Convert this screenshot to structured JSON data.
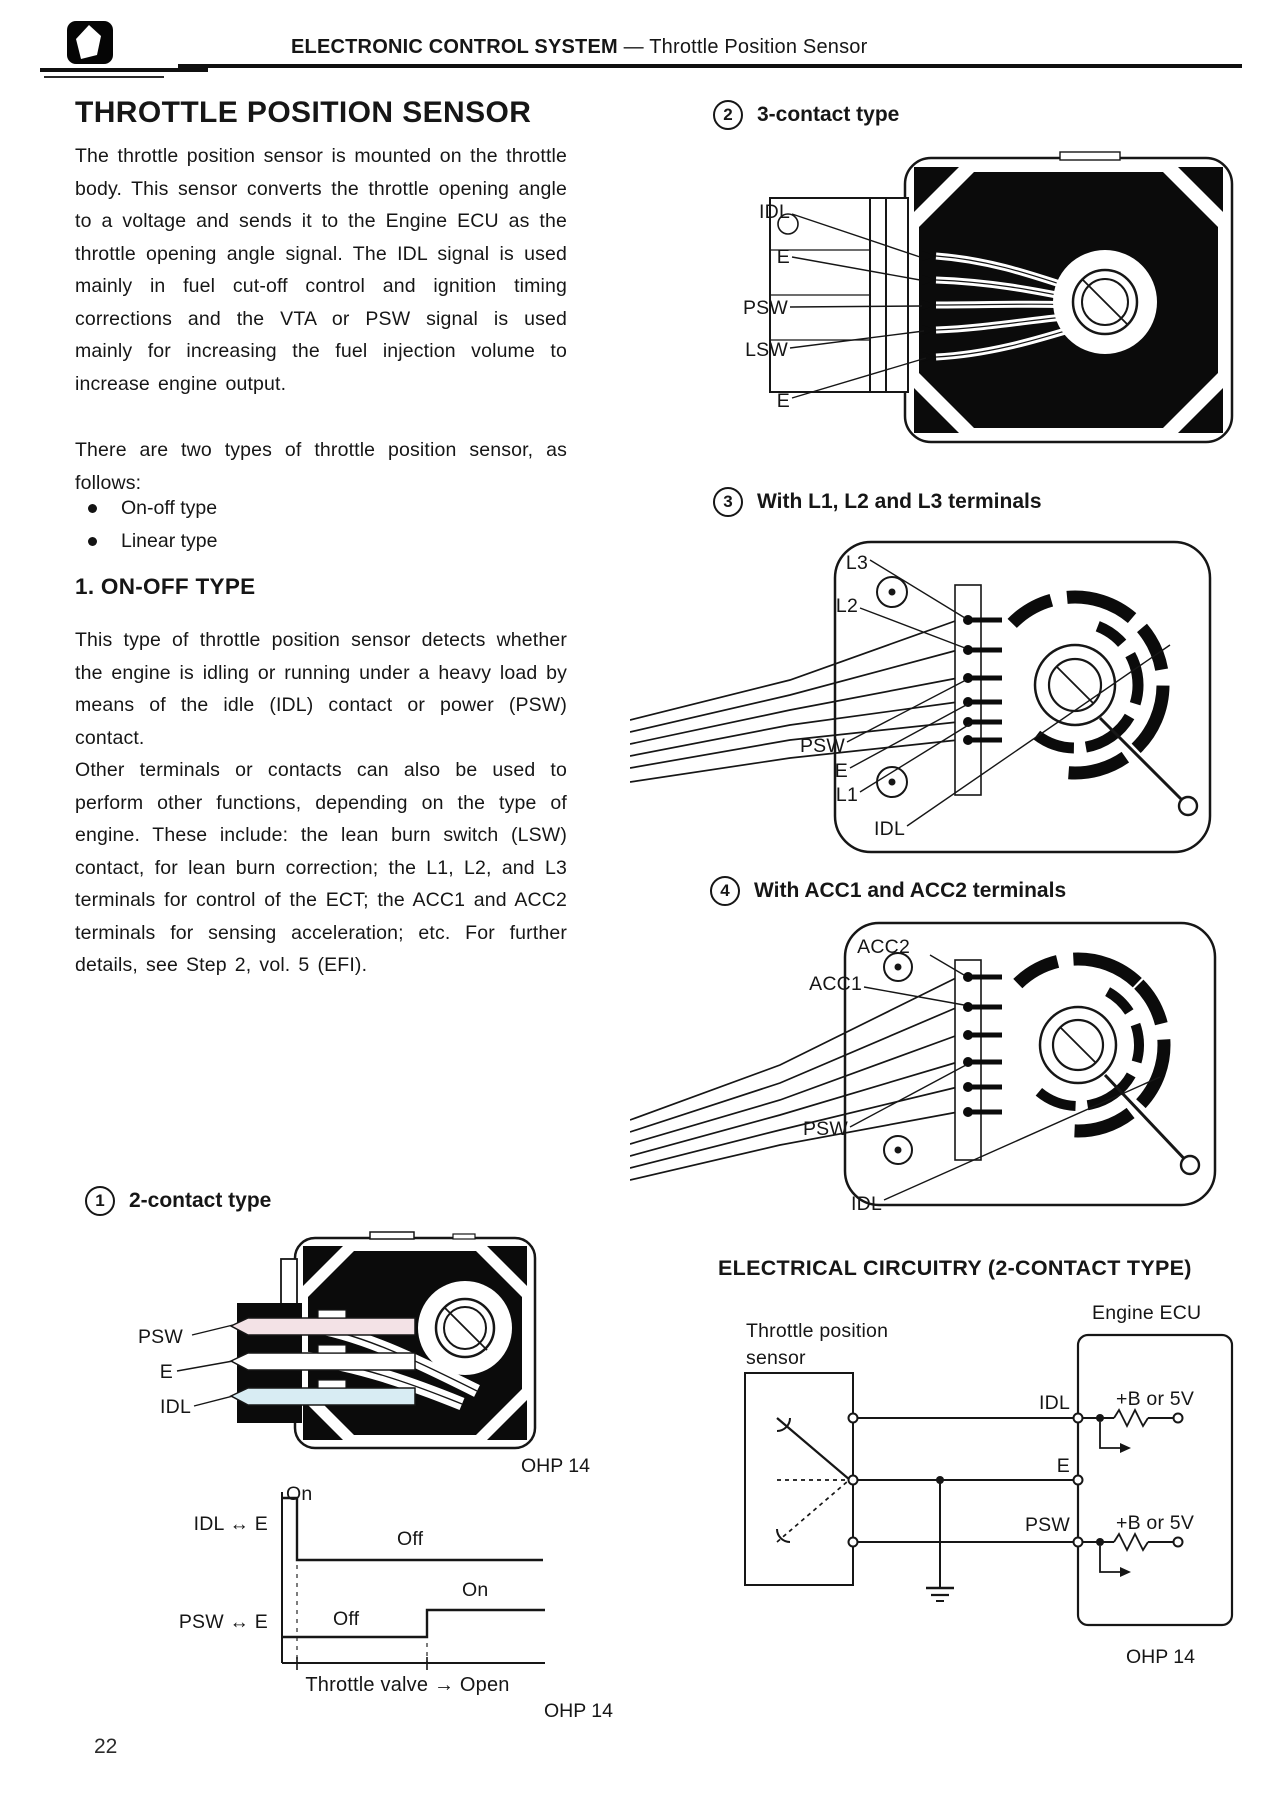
{
  "header": {
    "title_bold": "ELECTRONIC CONTROL SYSTEM",
    "title_rest": "— Throttle Position Sensor"
  },
  "page_number": "22",
  "left": {
    "title": "THROTTLE POSITION SENSOR",
    "intro": "The throttle position sensor is mounted on the throttle body. This sensor converts the throttle opening angle to a voltage and sends it to the Engine ECU as the throttle opening angle signal. The IDL signal is used mainly in fuel cut-off control and ignition timing corrections and the VTA or PSW signal is used mainly for increasing the fuel injection volume to increase engine output.",
    "types_intro": "There are two types of throttle position sensor, as follows:",
    "bullets": [
      "On-off type",
      "Linear type"
    ],
    "section1_heading": "1. ON-OFF TYPE",
    "section1_para1": "This type of throttle position sensor detects whether the engine is idling or running under a heavy load by means of the idle (IDL) contact or power (PSW) contact.",
    "section1_para2": "Other terminals or contacts can also be used to perform other functions, depending on the type of engine. These include: the lean burn switch (LSW) contact, for lean burn correction; the L1, L2, and L3 terminals for control of the ECT; the ACC1 and ACC2 terminals for sensing acceleration; etc. For further details, see Step 2, vol. 5 (EFI).",
    "figure1": {
      "number": "1",
      "caption": "2-contact type",
      "labels": [
        "PSW",
        "E",
        "IDL"
      ],
      "ohp": "OHP 14"
    }
  },
  "timing_chart": {
    "row1_label": "IDL ↔ E",
    "row1_states": [
      "On",
      "Off"
    ],
    "row2_label": "PSW ↔ E",
    "row2_states": [
      "Off",
      "On"
    ],
    "x_label": "Throttle valve → Open",
    "ohp": "OHP 14"
  },
  "right": {
    "figure2": {
      "number": "2",
      "caption": "3-contact type",
      "labels": [
        "IDL",
        "E",
        "PSW",
        "LSW",
        "E"
      ]
    },
    "figure3": {
      "number": "3",
      "caption": "With L1, L2 and L3 terminals",
      "labels": [
        "L3",
        "L2",
        "PSW",
        "E",
        "L1",
        "IDL"
      ]
    },
    "figure4": {
      "number": "4",
      "caption": "With ACC1 and ACC2 terminals",
      "labels": [
        "ACC2",
        "ACC1",
        "PSW",
        "IDL"
      ]
    },
    "circuit": {
      "heading": "ELECTRICAL CIRCUITRY (2-CONTACT TYPE)",
      "sensor_label": "Throttle position sensor",
      "ecu_label": "Engine ECU",
      "terminal_idl": "IDL",
      "terminal_e": "E",
      "terminal_psw": "PSW",
      "supply_idl": "+B or 5V",
      "supply_psw": "+B or 5V",
      "ohp": "OHP 14"
    }
  }
}
